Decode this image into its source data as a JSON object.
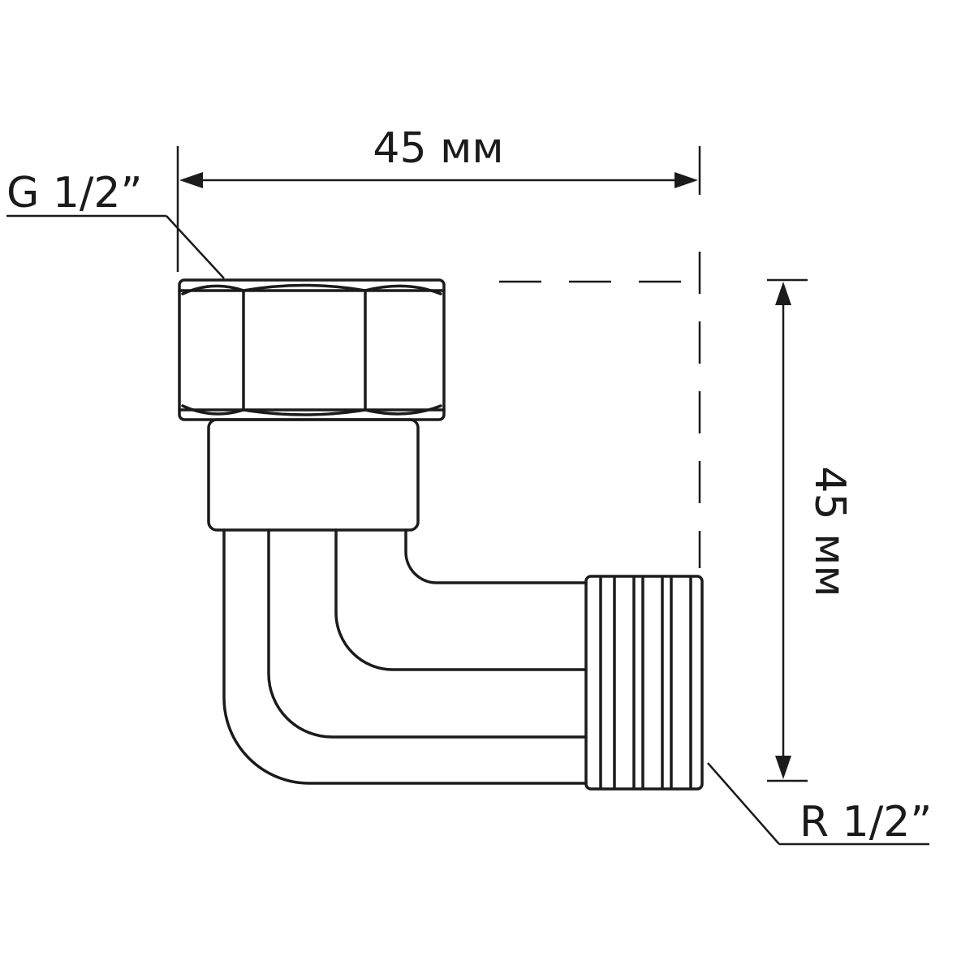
{
  "labels": {
    "width_dimension": "45 мм",
    "height_dimension": "45 мм",
    "inlet_thread": "G 1/2”",
    "outlet_thread": "R 1/2”"
  },
  "colors": {
    "line": "#1b1b1b",
    "background": "#ffffff"
  }
}
